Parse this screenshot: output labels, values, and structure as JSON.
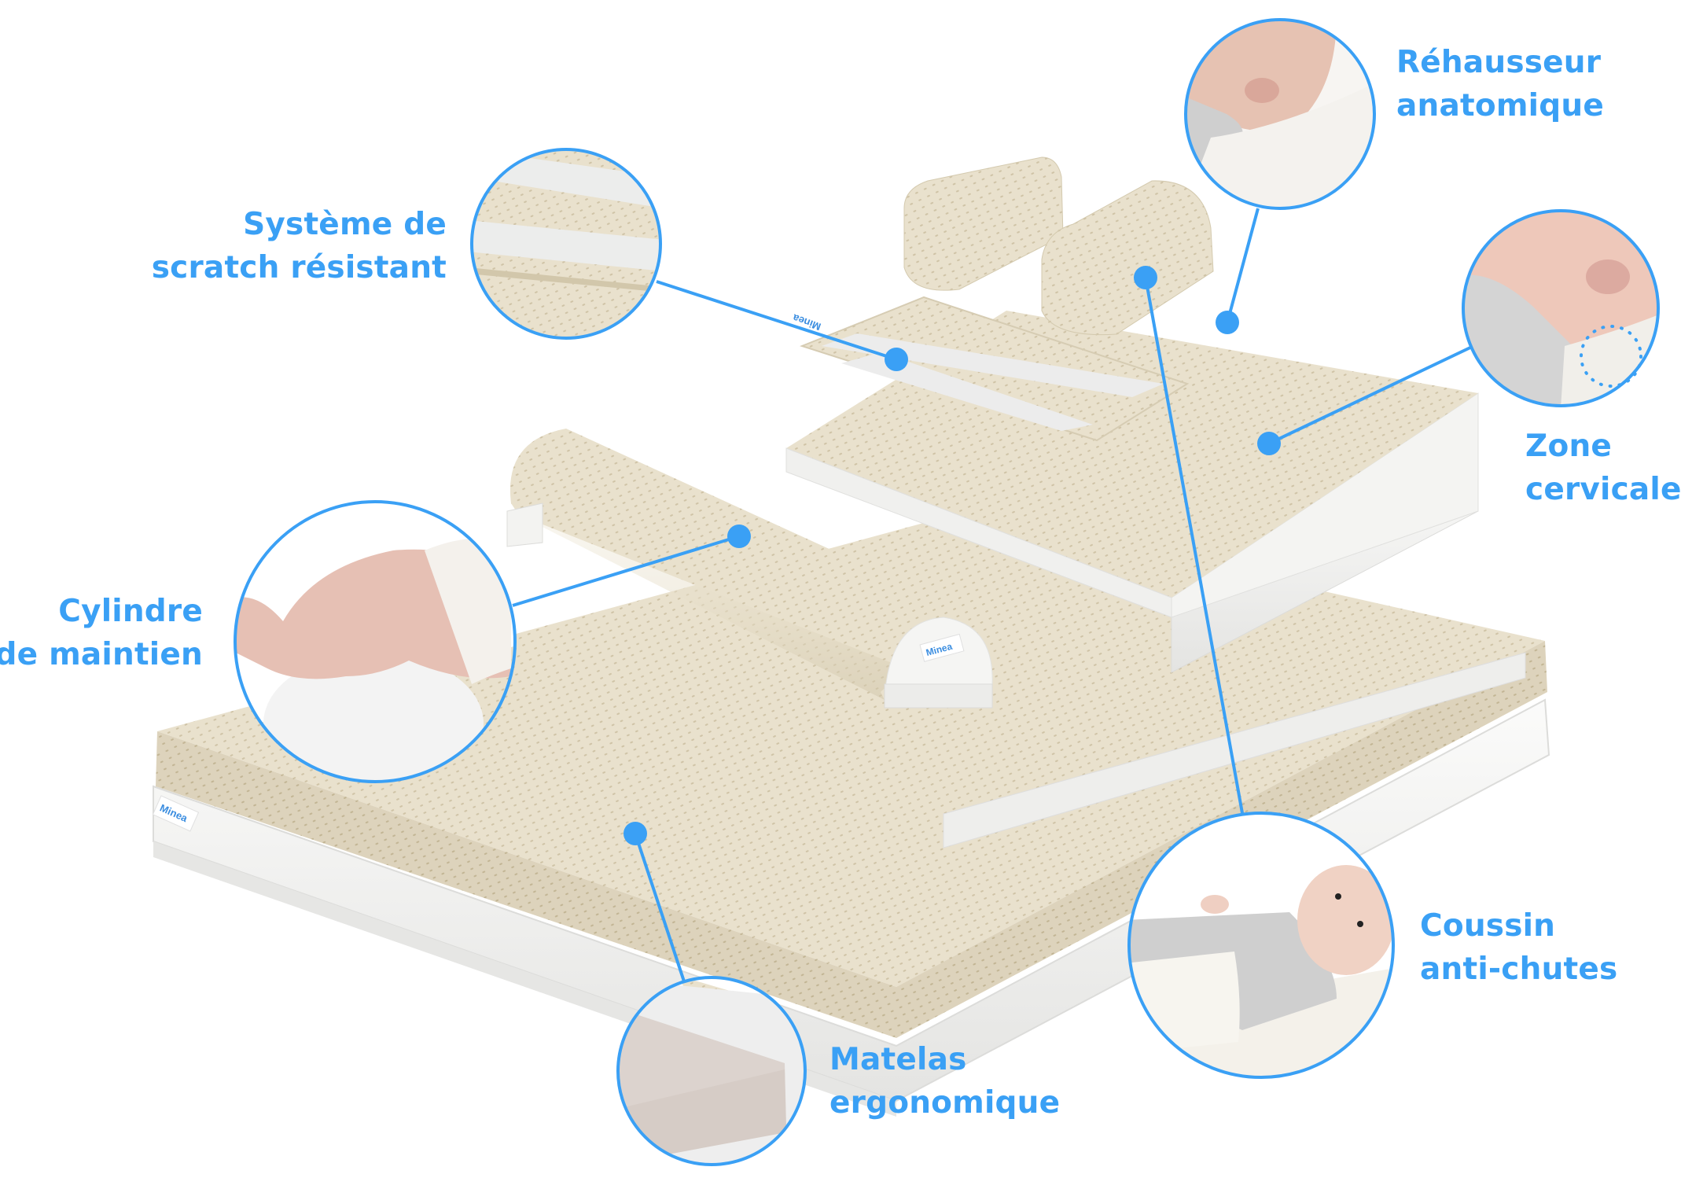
{
  "colors": {
    "accent": "#3aa0f5",
    "fabric": "#e9e1cd",
    "fabric_dark": "#d8ceb6",
    "foam": "#f2f2f0",
    "background": "#ffffff"
  },
  "brand": {
    "logo_text": "Minea"
  },
  "callouts": [
    {
      "id": "rehausseur",
      "line1": "Réhausseur",
      "line2": "anatomique"
    },
    {
      "id": "scratch",
      "line1": "Système de",
      "line2": "scratch résistant"
    },
    {
      "id": "cervicale",
      "line1": "Zone",
      "line2": "cervicale"
    },
    {
      "id": "cylindre",
      "line1": "Cylindre",
      "line2": "de maintien"
    },
    {
      "id": "coussin",
      "line1": "Coussin",
      "line2": "anti-chutes"
    },
    {
      "id": "matelas",
      "line1": "Matelas",
      "line2": "ergonomique"
    }
  ]
}
